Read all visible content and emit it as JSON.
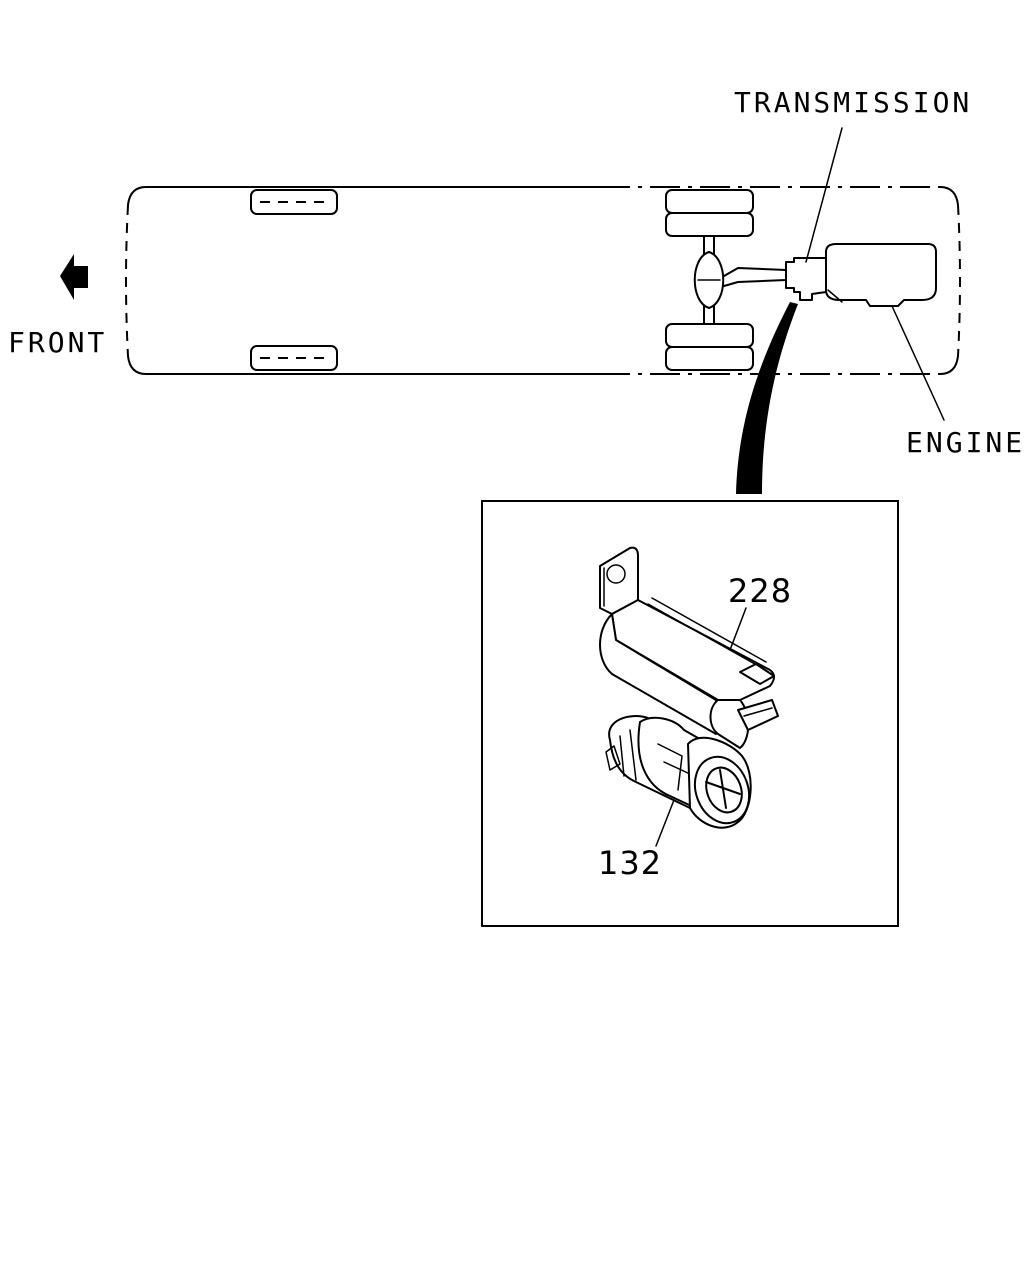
{
  "labels": {
    "transmission": "TRANSMISSION",
    "front": "FRONT",
    "engine": "ENGINE"
  },
  "parts": {
    "bracket_number": "228",
    "connector_number": "132"
  },
  "icons": {
    "front_arrow": "left-arrow-icon"
  }
}
